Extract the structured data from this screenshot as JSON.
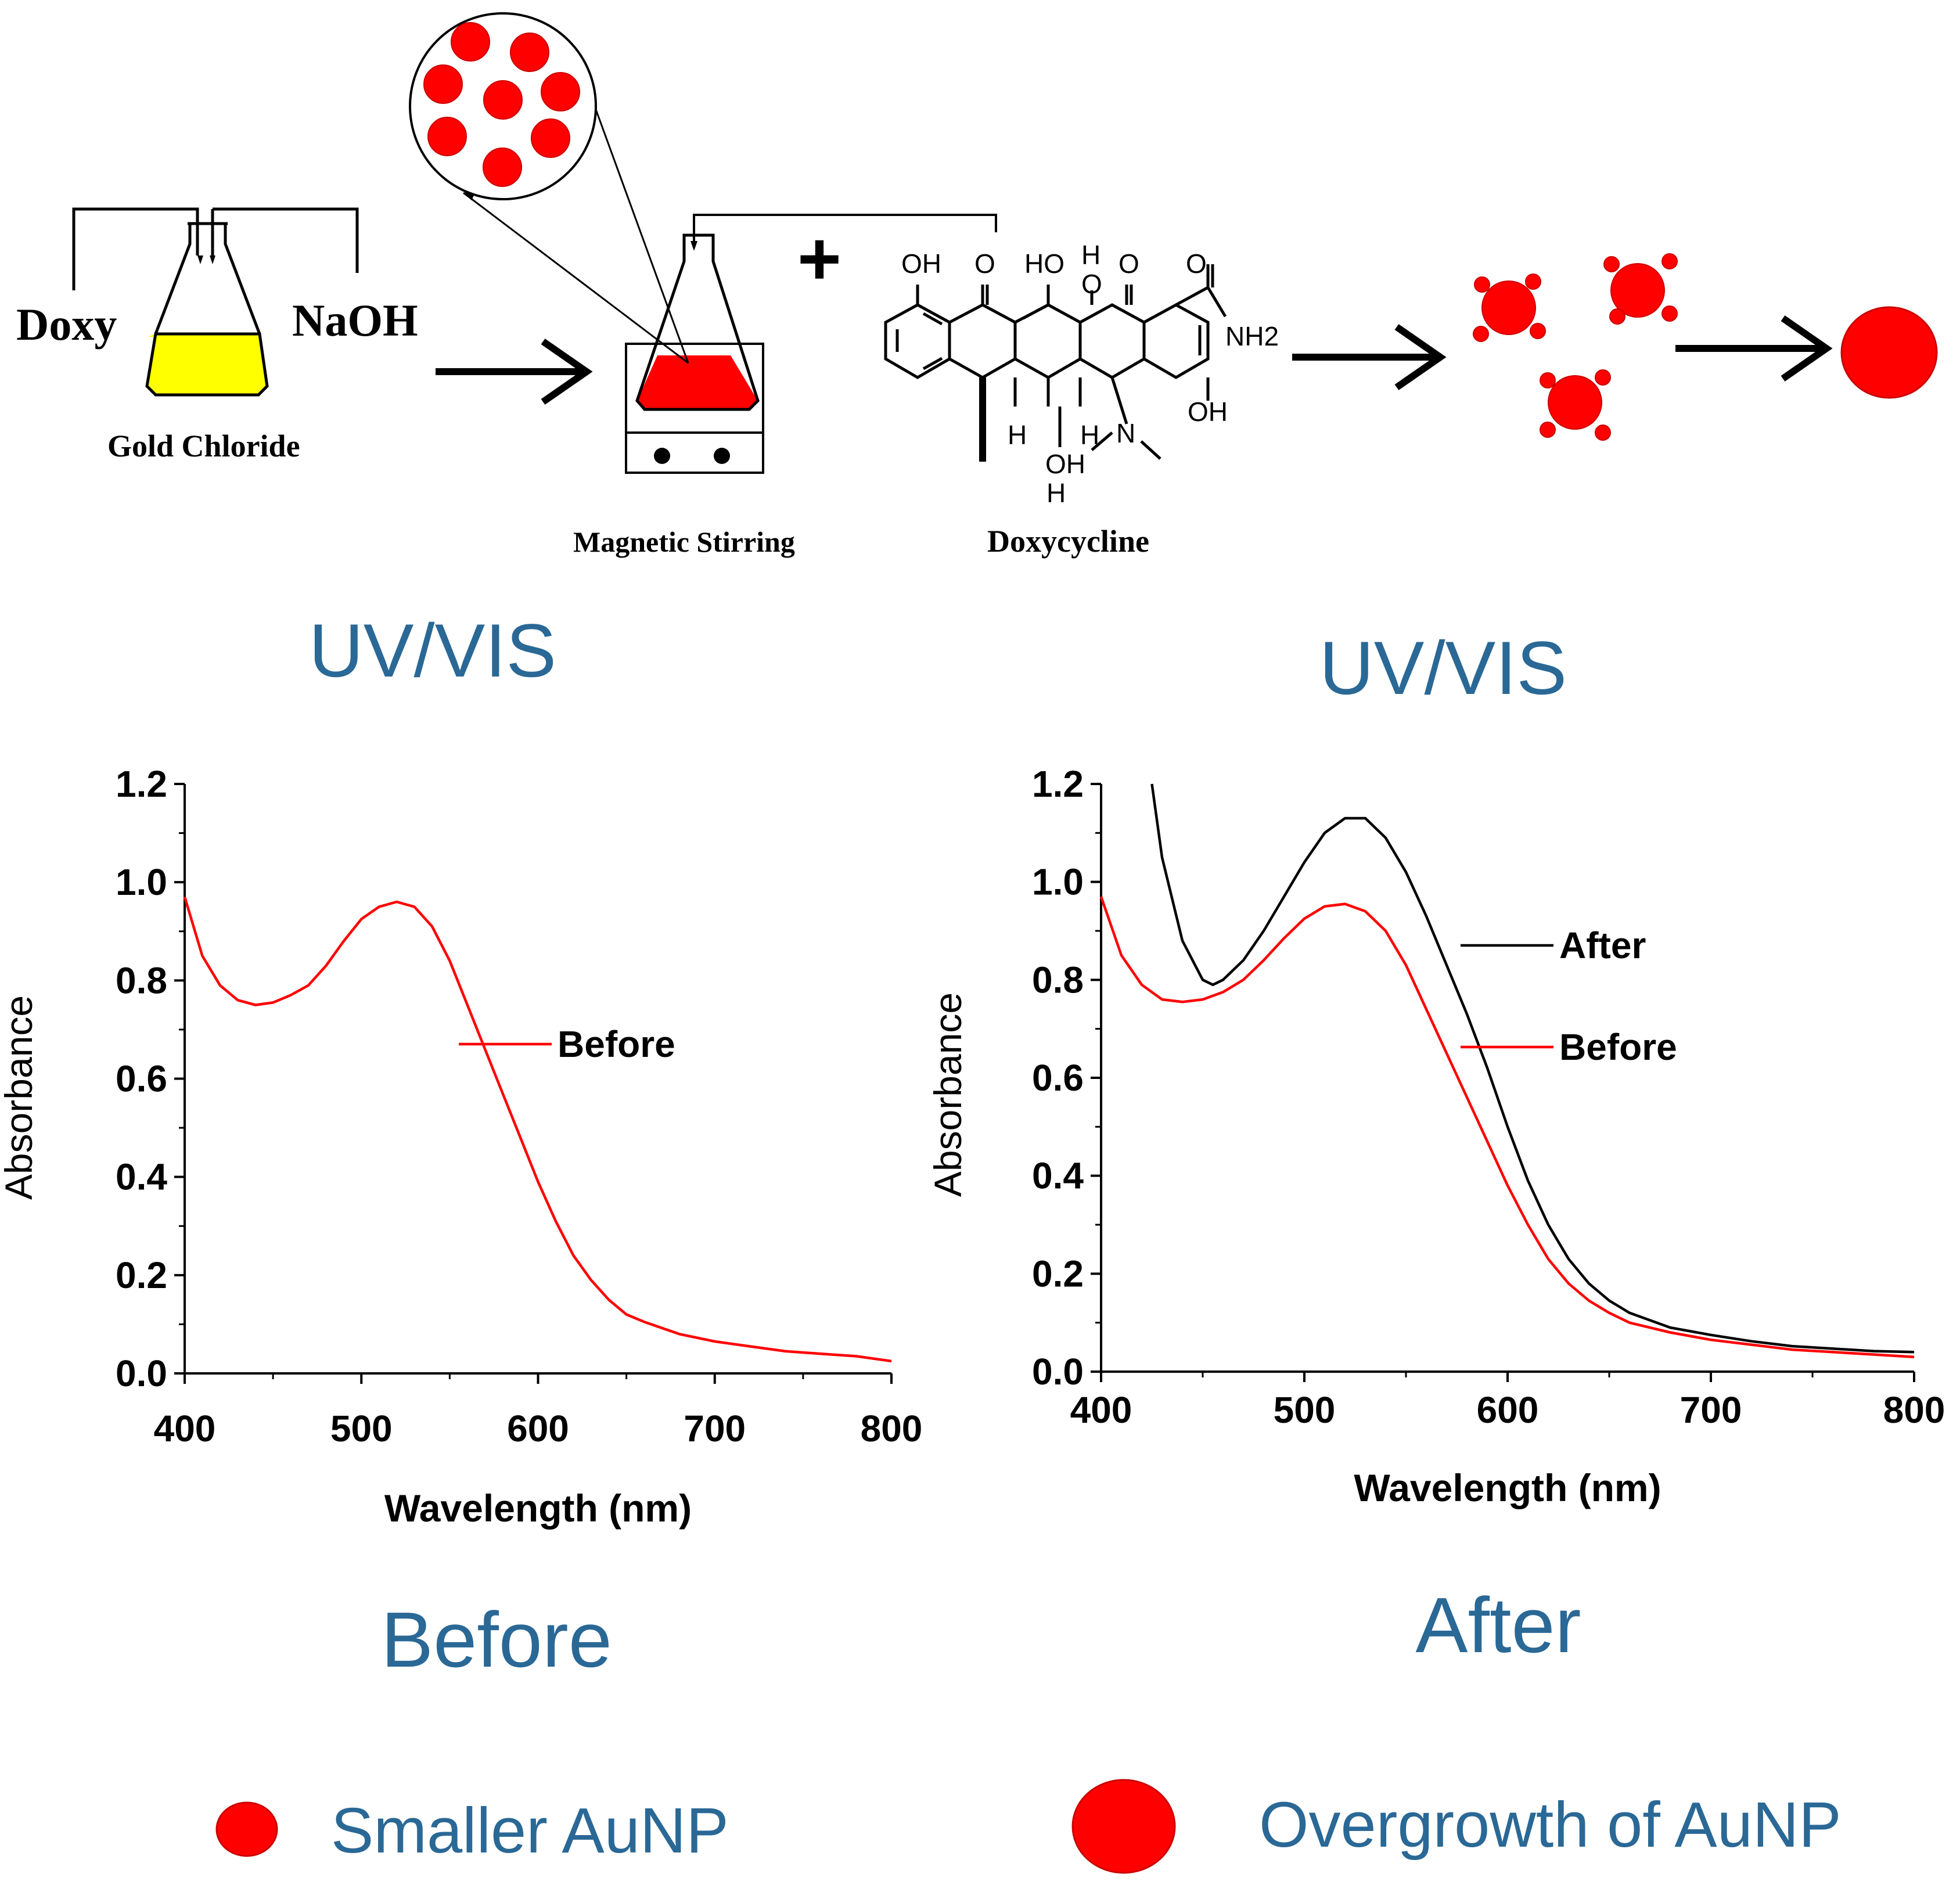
{
  "scheme": {
    "flask_left_label": "Doxy",
    "flask_right_label": "NaOH",
    "flask_caption": "Gold Chloride",
    "stirrer_caption": "Magnetic Stirring",
    "plus_sign": "+",
    "molecule_caption": "Doxycycline",
    "atom_labels": [
      "OH",
      "O",
      "HO",
      "H",
      "O",
      "O",
      "O",
      "NH2",
      "OH",
      "H",
      "H",
      "OH",
      "H",
      "N"
    ],
    "colors": {
      "nanoparticle": "#ff0000",
      "solution": "#ffff00",
      "text_blue": "#2a6896"
    }
  },
  "panel_titles": {
    "left": "UV/VIS",
    "right": "UV/VIS"
  },
  "captions": {
    "left": "Before",
    "right": "After"
  },
  "legend_bottom": {
    "small": "Smaller AuNP",
    "large": "Overgrowth of AuNP"
  },
  "chart_data": [
    {
      "type": "line",
      "xlabel": "Wavelength (nm)",
      "ylabel": "Absorbance",
      "xlim": [
        400,
        800
      ],
      "ylim": [
        0.0,
        1.2
      ],
      "xticks": [
        "400",
        "500",
        "600",
        "700",
        "800"
      ],
      "yticks": [
        "0.0",
        "0.2",
        "0.4",
        "0.6",
        "0.8",
        "1.0",
        "1.2"
      ],
      "legend_position": "right",
      "series": [
        {
          "name": "Before",
          "color": "#ff0000",
          "x": [
            400,
            410,
            420,
            430,
            440,
            450,
            460,
            470,
            480,
            490,
            500,
            510,
            520,
            530,
            540,
            550,
            560,
            570,
            580,
            590,
            600,
            610,
            620,
            630,
            640,
            650,
            660,
            680,
            700,
            720,
            740,
            760,
            780,
            800
          ],
          "y": [
            0.97,
            0.85,
            0.79,
            0.76,
            0.75,
            0.755,
            0.77,
            0.79,
            0.83,
            0.88,
            0.925,
            0.95,
            0.96,
            0.95,
            0.91,
            0.84,
            0.75,
            0.66,
            0.57,
            0.48,
            0.39,
            0.31,
            0.24,
            0.19,
            0.15,
            0.12,
            0.105,
            0.08,
            0.065,
            0.055,
            0.045,
            0.04,
            0.035,
            0.025
          ]
        }
      ]
    },
    {
      "type": "line",
      "xlabel": "Wavelength (nm)",
      "ylabel": "Absorbance",
      "xlim": [
        400,
        800
      ],
      "ylim": [
        0.0,
        1.2
      ],
      "xticks": [
        "400",
        "500",
        "600",
        "700",
        "800"
      ],
      "yticks": [
        "0.0",
        "0.2",
        "0.4",
        "0.6",
        "0.8",
        "1.0",
        "1.2"
      ],
      "legend_position": "right",
      "series": [
        {
          "name": "After",
          "color": "#000000",
          "x": [
            425,
            430,
            440,
            450,
            455,
            460,
            470,
            480,
            490,
            500,
            510,
            520,
            530,
            540,
            550,
            560,
            570,
            580,
            590,
            600,
            610,
            620,
            630,
            640,
            650,
            660,
            680,
            700,
            720,
            740,
            760,
            780,
            800
          ],
          "y": [
            1.2,
            1.05,
            0.88,
            0.8,
            0.79,
            0.8,
            0.84,
            0.9,
            0.97,
            1.04,
            1.1,
            1.13,
            1.13,
            1.09,
            1.02,
            0.93,
            0.83,
            0.73,
            0.62,
            0.5,
            0.39,
            0.3,
            0.23,
            0.18,
            0.145,
            0.12,
            0.09,
            0.075,
            0.062,
            0.052,
            0.047,
            0.042,
            0.04
          ]
        },
        {
          "name": "Before",
          "color": "#ff0000",
          "x": [
            400,
            410,
            420,
            430,
            440,
            450,
            460,
            470,
            480,
            490,
            500,
            510,
            520,
            530,
            540,
            550,
            560,
            570,
            580,
            590,
            600,
            610,
            620,
            630,
            640,
            650,
            660,
            680,
            700,
            720,
            740,
            760,
            780,
            800
          ],
          "y": [
            0.97,
            0.85,
            0.79,
            0.76,
            0.755,
            0.76,
            0.775,
            0.8,
            0.84,
            0.885,
            0.925,
            0.95,
            0.955,
            0.94,
            0.9,
            0.83,
            0.74,
            0.65,
            0.56,
            0.47,
            0.38,
            0.3,
            0.23,
            0.18,
            0.145,
            0.12,
            0.1,
            0.08,
            0.065,
            0.055,
            0.045,
            0.04,
            0.035,
            0.03
          ]
        }
      ]
    }
  ]
}
